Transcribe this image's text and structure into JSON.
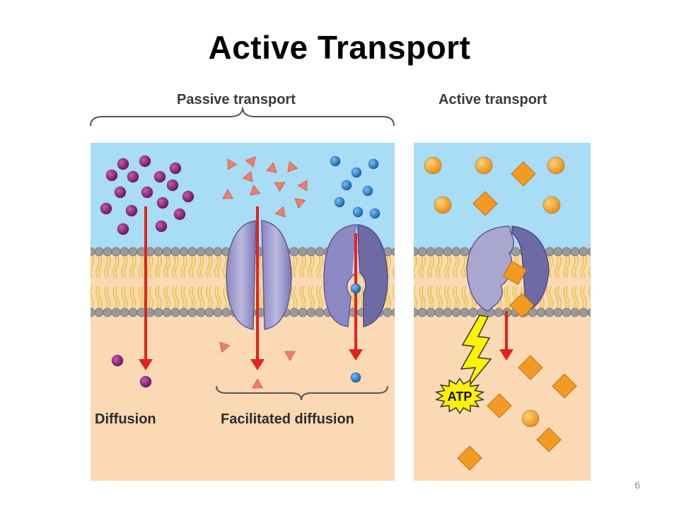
{
  "title": "Active Transport",
  "labels": {
    "passive": "Passive transport",
    "active": "Active transport",
    "diffusion": "Diffusion",
    "facilitated": "Facilitated diffusion",
    "atp": "ATP"
  },
  "page_number": "6",
  "colors": {
    "extracellular": "#a9dcf5",
    "cytoplasm": "#fad9b4",
    "lipid_head": "#9a9a9a",
    "lipid_tail": "#e8c64a",
    "protein": "#a9a6cf",
    "protein_dark": "#6e6aa6",
    "arrow": "#e2231a",
    "purple_molecule": "#8b1f78",
    "triangle_molecule": "#ee7f6a",
    "blue_molecule": "#1f7cc8",
    "orange_molecule": "#f39a23",
    "atp_burst": "#fff200"
  }
}
